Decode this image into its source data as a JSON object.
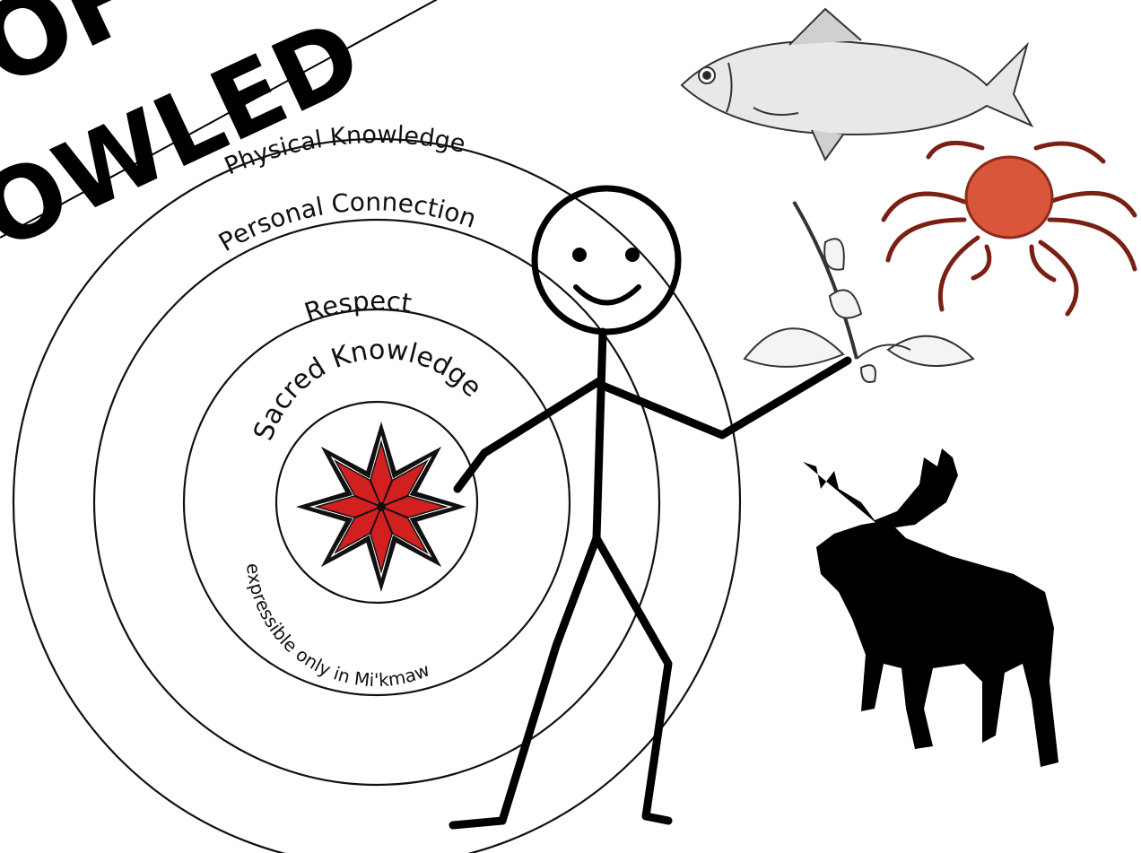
{
  "banner": {
    "line1": "OF",
    "line2": "OWLED"
  },
  "rings": [
    {
      "label": "Physical Knowledge"
    },
    {
      "label": "Personal Connection"
    },
    {
      "label": "Respect"
    },
    {
      "label": "Sacred Knowledge"
    }
  ],
  "center": {
    "symbol": "eight-point-star-icon",
    "caption": "expressible only in Mi'kmaw"
  },
  "colors": {
    "star_red": "#d21f1f",
    "crab_red": "#d9563a",
    "line": "#111111"
  },
  "figures": [
    "fish",
    "crab",
    "plant",
    "moose",
    "stick-figure"
  ]
}
